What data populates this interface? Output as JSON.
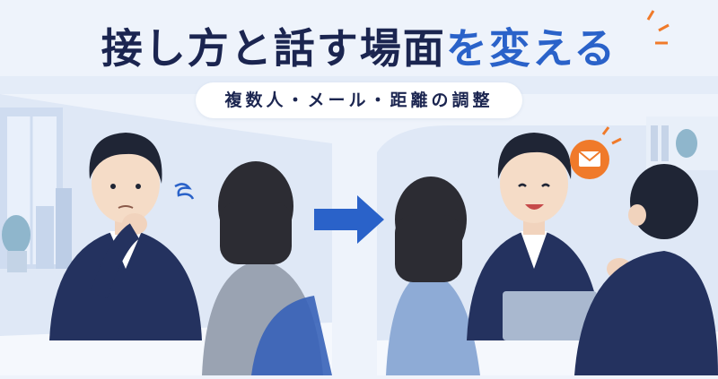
{
  "title": {
    "main": "接し方と話す場面",
    "accent": "を変える"
  },
  "subtitle": "複数人・メール・距離の調整",
  "colors": {
    "navy": "#1b2550",
    "accent_blue": "#2a62c9",
    "background": "#eef3fb",
    "arrow": "#2a62c9",
    "mail_badge": "#f07a2a"
  },
  "icons": [
    "sweat-swirl-icon",
    "arrow-right-icon",
    "mail-icon",
    "sparkle-icon"
  ]
}
